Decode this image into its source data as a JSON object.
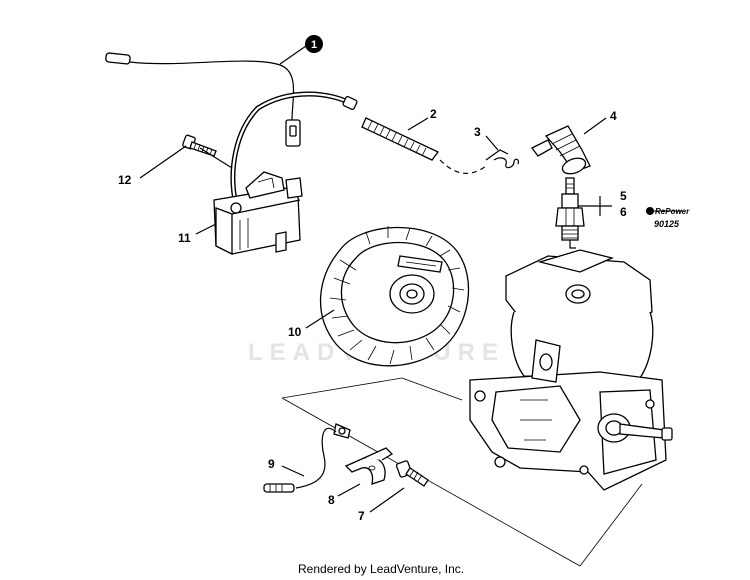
{
  "watermark": "LEADVENTURE",
  "footer": "Rendered by LeadVenture, Inc.",
  "callouts": {
    "c1": "1",
    "c2": "2",
    "c3": "3",
    "c4": "4",
    "c5": "5",
    "c6": "6",
    "c7": "7",
    "c8": "8",
    "c9": "9",
    "c10": "10",
    "c11": "11",
    "c12": "12"
  },
  "repower": {
    "logo": "RePower",
    "part_number": "90125"
  }
}
